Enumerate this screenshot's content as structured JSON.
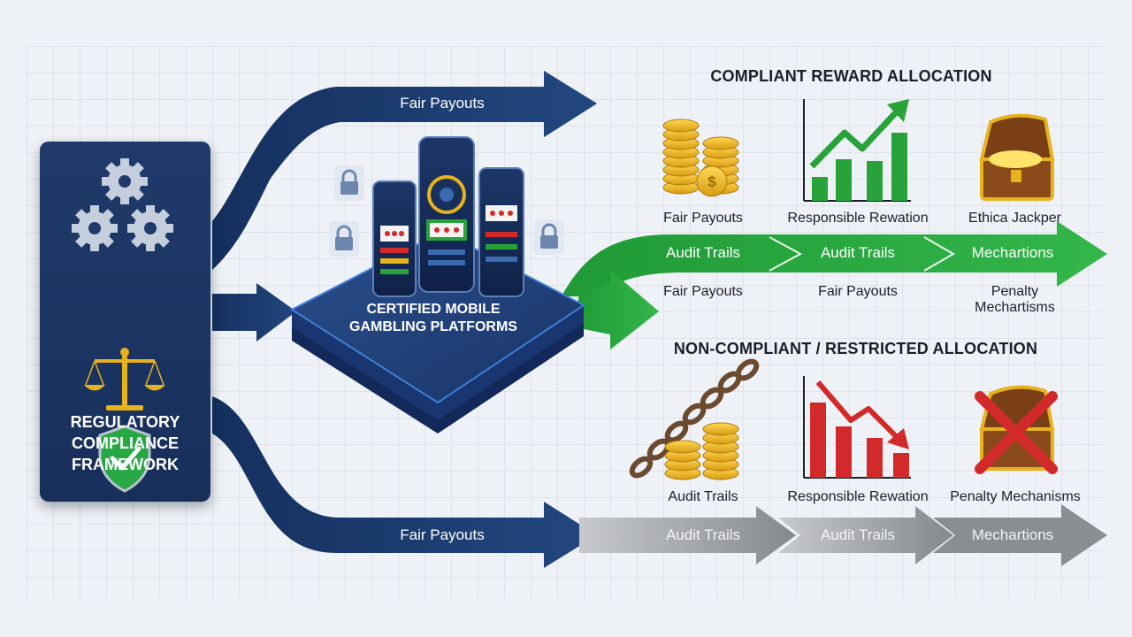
{
  "framework": {
    "title_line1": "REGULATORY",
    "title_line2": "COMPLIANCE",
    "title_line3": "FRAMEWORK"
  },
  "platform": {
    "title_line1": "CERTIFIED MOBILE",
    "title_line2": "GAMBLING PLATFORMS"
  },
  "arrows": {
    "top": "Fair Payouts",
    "bottom": "Fair Payouts",
    "green_1": "Audit Trails",
    "green_2": "Audit Trails",
    "green_3": "Mechartions",
    "grey_1": "Audit Trails",
    "grey_2": "Audit Trails",
    "grey_3": "Mechartions"
  },
  "compliant": {
    "heading": "COMPLIANT REWARD ALLOCATION",
    "icon_labels": [
      "Fair Payouts",
      "Responsible Rewation",
      "Ethica Jackper"
    ],
    "below_labels": [
      "Fair Payouts",
      "Fair Payouts"
    ],
    "penalty_line1": "Penalty",
    "penalty_line2": "Mechartisms"
  },
  "noncompliant": {
    "heading": "NON-COMPLIANT / RESTRICTED ALLOCATION",
    "icon_labels": [
      "Audit Trails",
      "Responsible Rewation",
      "Penalty Mechanisms"
    ]
  },
  "colors": {
    "navy": "#1d3a6e",
    "green": "#27a33a",
    "grey": "#8f9296",
    "red": "#d22a2a",
    "gold": "#e7b21c"
  },
  "icons": [
    "gears-icon",
    "scales-icon",
    "shield-check-icon",
    "lock-icon",
    "smartphone-icon",
    "coin-stack-icon",
    "growth-chart-icon",
    "treasure-chest-icon",
    "chain-icon",
    "decline-chart-icon",
    "cross-mark-icon"
  ]
}
